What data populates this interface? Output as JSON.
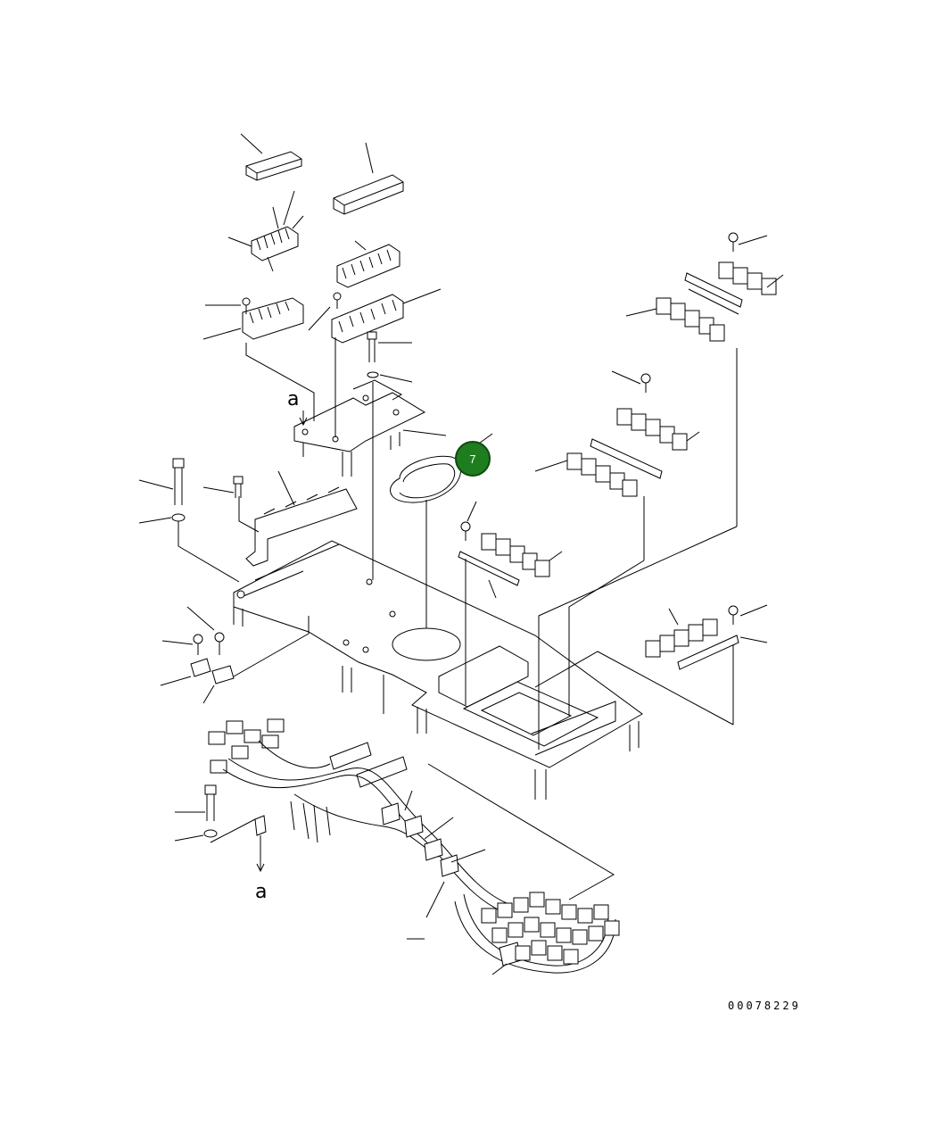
{
  "diagram": {
    "top_arrow_label": "a",
    "bottom_arrow_label": "a",
    "document_number": "00078229",
    "highlighted_callout": {
      "label": "7",
      "color": "#1e7d1e"
    }
  }
}
